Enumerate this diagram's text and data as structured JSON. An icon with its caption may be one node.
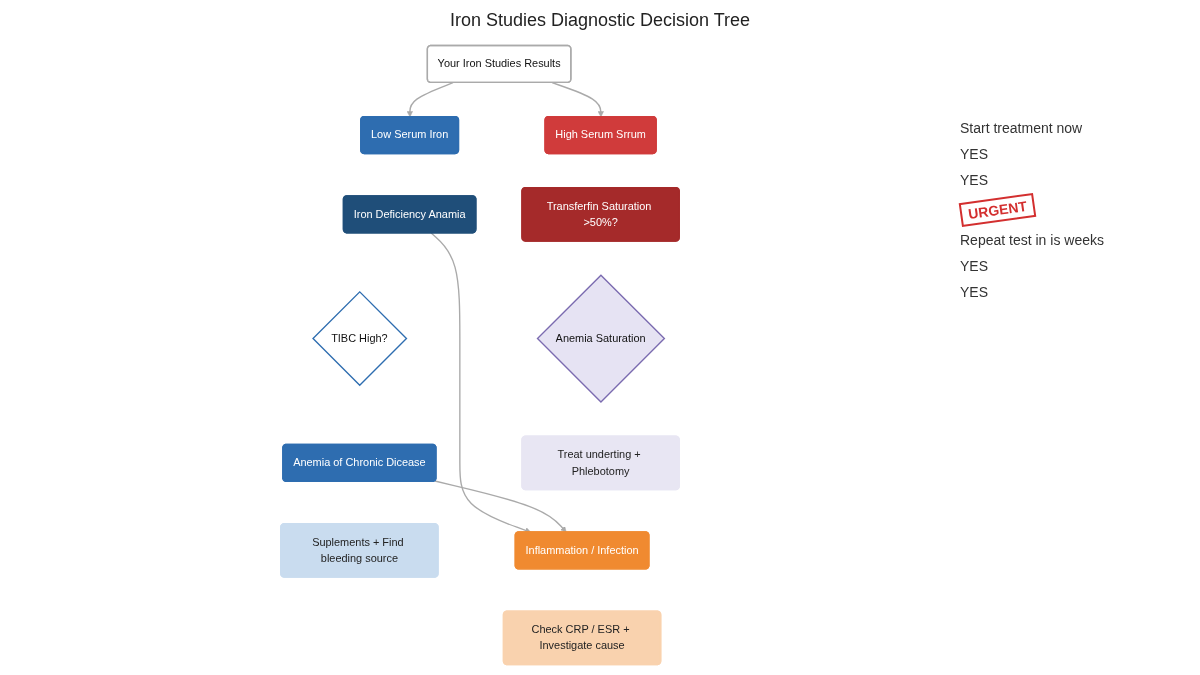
{
  "diagram": {
    "title": "Iron Studies Diagnostic Decision Tree",
    "nodes": [
      {
        "text": [
          "Your Iron Studies Results"
        ]
      },
      {
        "text": [
          "Low Serum Iron"
        ]
      },
      {
        "text": [
          "High Serum Srrum"
        ]
      },
      {
        "text": [
          "Iron Deficiency Anamia"
        ]
      },
      {
        "text": [
          "TIBC High?"
        ]
      },
      {
        "text": [
          "Anemia of Chronic Dicease"
        ]
      },
      {
        "text": [
          "Suplements + Find bleeding source"
        ]
      },
      {
        "text": [
          "Transferfin Saturation >50%?"
        ]
      },
      {
        "text": [
          "Anemia Saturation"
        ]
      },
      {
        "text": [
          "Treat underting + Phlebotomy"
        ]
      },
      {
        "text": [
          "Inflammation / Infection"
        ]
      },
      {
        "text": [
          "Check CRP / ESR + Investigate cause"
        ]
      }
    ],
    "edges": [
      {
        "from": 0,
        "to": 1,
        "arrow": "to"
      },
      {
        "from": 0,
        "to": 2,
        "arrow": "to"
      },
      {
        "from": 3,
        "to": 10,
        "arrow": "to"
      },
      {
        "from": 5,
        "to": 10,
        "arrow": "to"
      }
    ],
    "labels": [
      "Start treatment now",
      "YES",
      "YES",
      "URGENT",
      "Repeat test in is weeks",
      "YES",
      "YES"
    ]
  }
}
